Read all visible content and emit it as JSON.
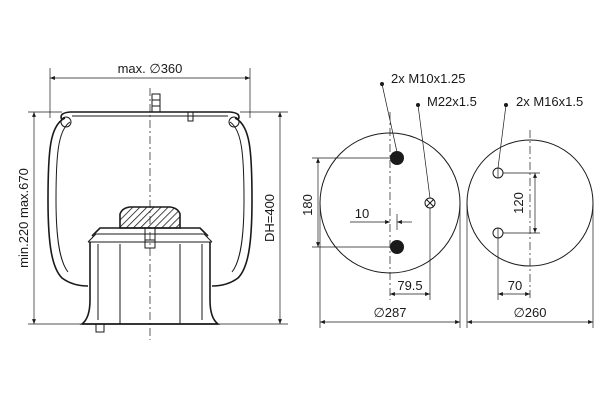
{
  "side_view": {
    "max_diameter": "max. ∅360",
    "height_range": "min.220 max.670",
    "design_height": "DH=400"
  },
  "top_plate": {
    "threads_upper": "2x M10x1.25",
    "thread_center": "M22x1.5",
    "pitch_vertical": "180",
    "offset": "10",
    "offset_horizontal": "79.5",
    "diameter": "∅287"
  },
  "bottom_plate": {
    "threads": "2x M16x1.5",
    "pitch_vertical": "120",
    "offset_horizontal": "70",
    "diameter": "∅260"
  },
  "colors": {
    "line": "#1a1a1a",
    "background": "#ffffff"
  }
}
